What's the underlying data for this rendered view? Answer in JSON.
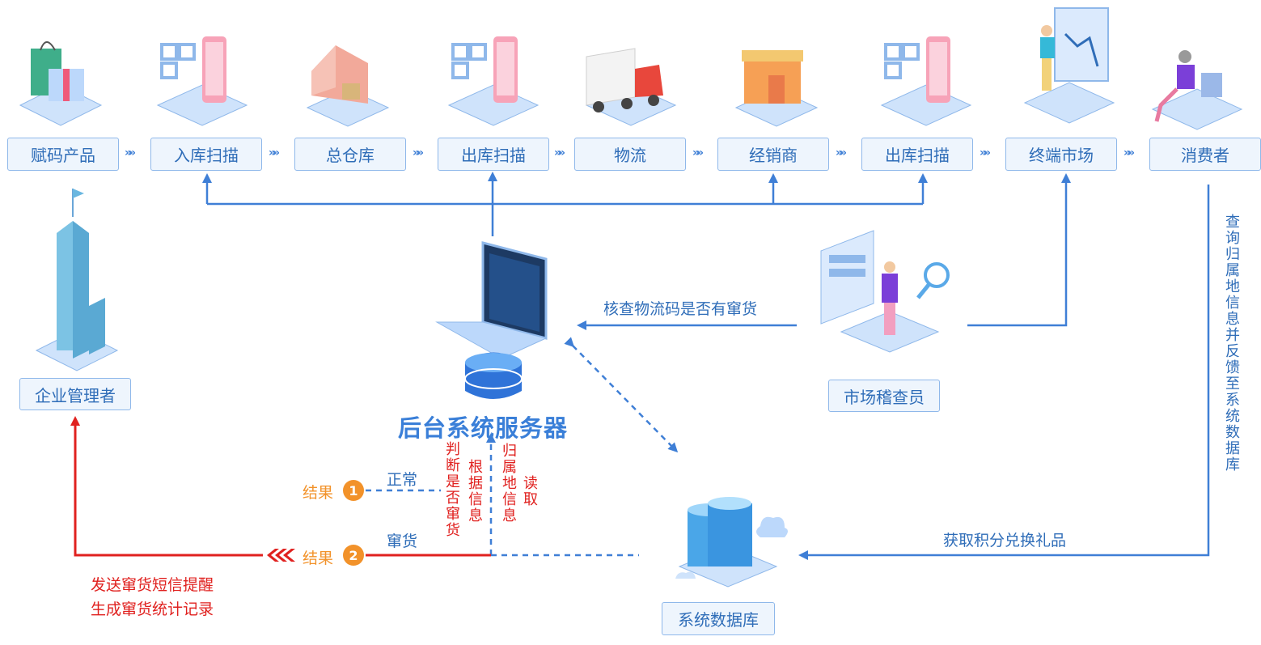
{
  "flow": {
    "steps": [
      "赋码产品",
      "入库扫描",
      "总仓库",
      "出库扫描",
      "物流",
      "经销商",
      "出库扫描",
      "终端市场",
      "消费者"
    ],
    "separator": "»»"
  },
  "actors": {
    "manager": "企业管理者",
    "inspector": "市场稽查员",
    "database": "系统数据库",
    "server": "后台系统服务器"
  },
  "edges": {
    "inspector_check": "核查物流码是否有窜货",
    "consumer_query": "查询归属地信息并反馈至系统数据库",
    "redeem": "获取积分兑换礼品",
    "judge": "判断是否窜货",
    "by_info": "根据信息",
    "attribution": "归属地信息",
    "read": "读取",
    "normal": "正常",
    "diverted": "窜货"
  },
  "results": {
    "r1_label": "结果",
    "r1_num": "1",
    "r2_label": "结果",
    "r2_num": "2"
  },
  "alerts": {
    "line1": "发送窜货短信提醒",
    "line2": "生成窜货统计记录"
  },
  "colors": {
    "accent": "#3f7fd6",
    "alert": "#e0211f",
    "result": "#f2922a"
  }
}
